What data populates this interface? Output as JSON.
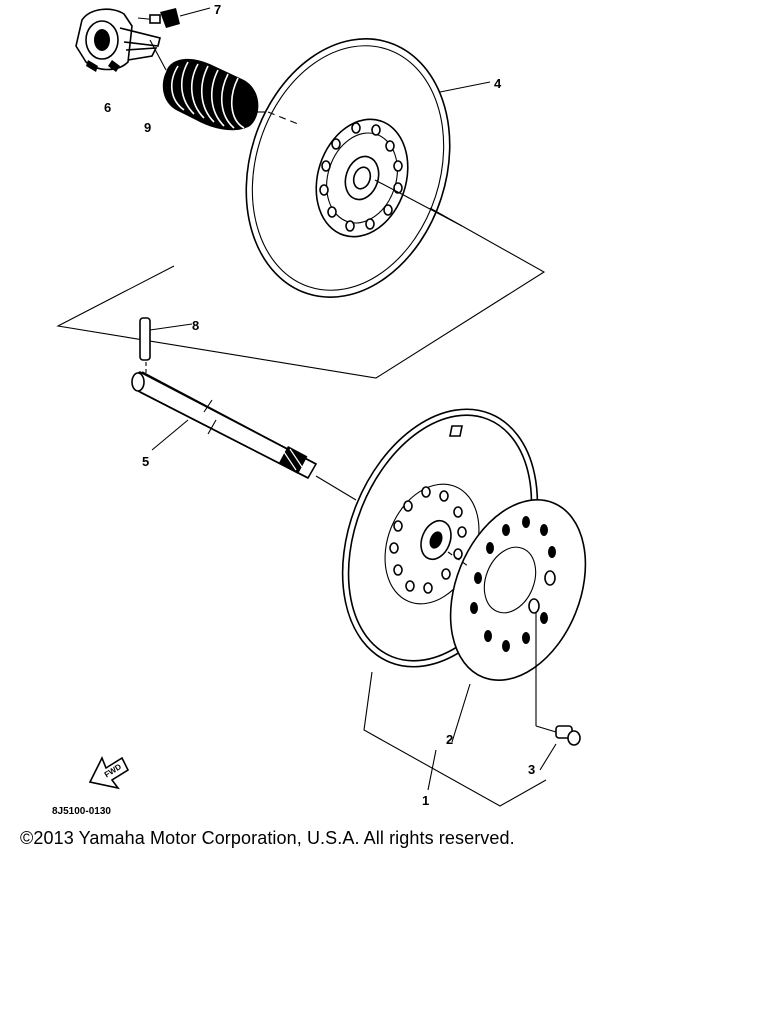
{
  "diagram": {
    "callouts": [
      "1",
      "2",
      "3",
      "4",
      "5",
      "6",
      "7",
      "8",
      "9"
    ],
    "drawing_code": "8J5100-0130",
    "fwd_label": "FWD"
  },
  "footer": {
    "copyright": "©2013 Yamaha Motor Corporation, U.S.A. All rights reserved."
  }
}
